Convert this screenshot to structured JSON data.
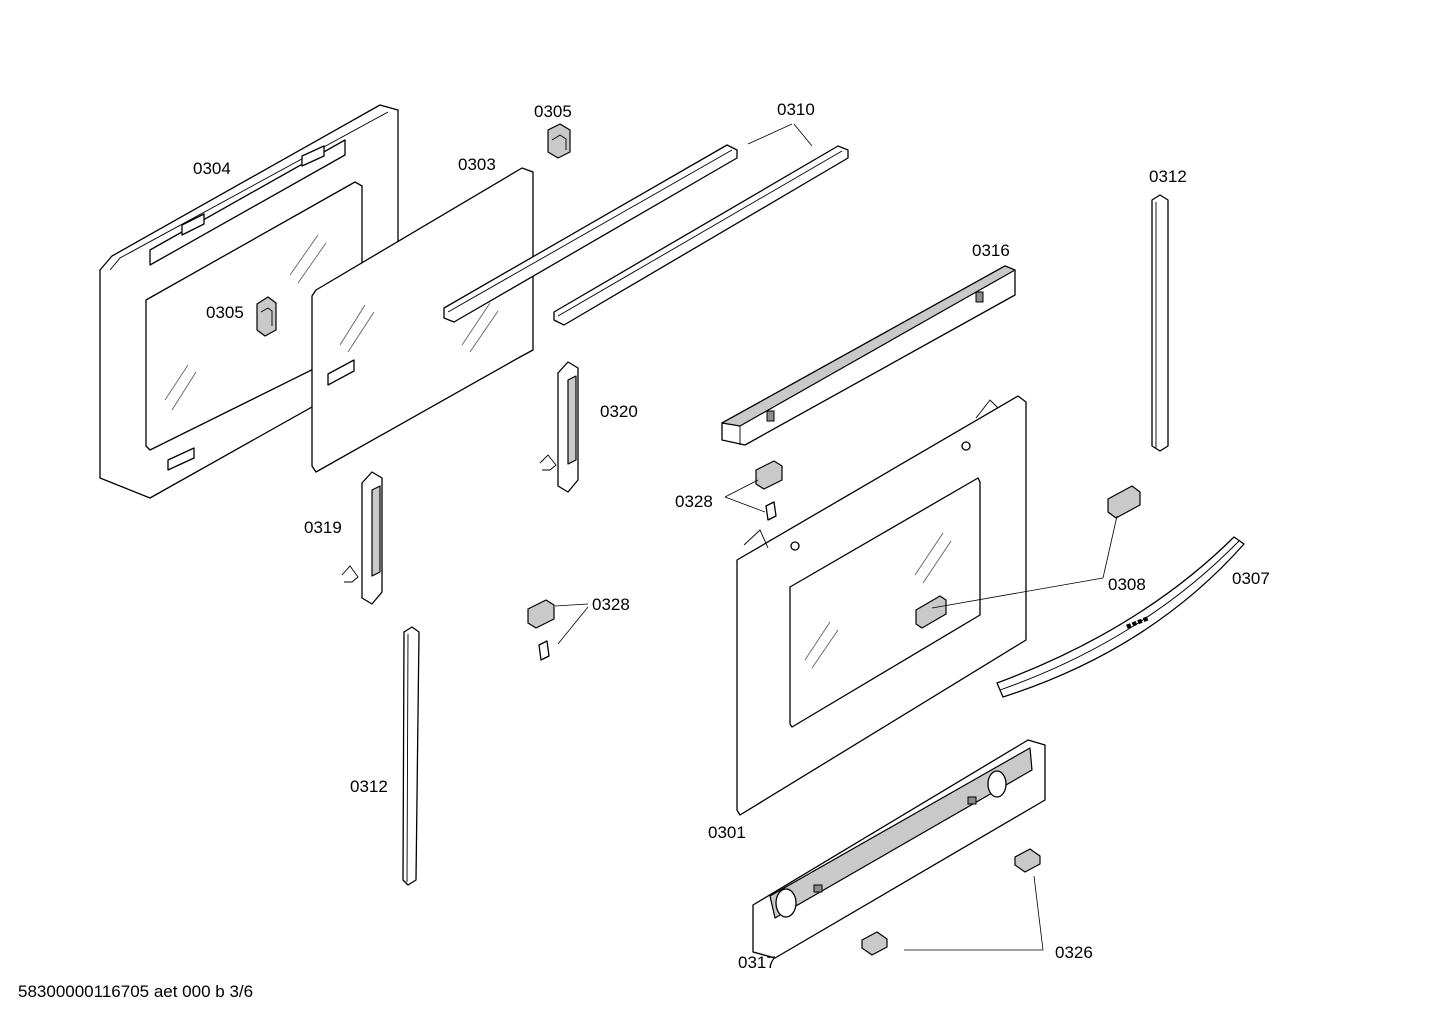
{
  "diagram": {
    "labels": {
      "p0304": "0304",
      "p0303": "0303",
      "p0305_top": "0305",
      "p0305_mid": "0305",
      "p0310": "0310",
      "p0312_right": "0312",
      "p0312_left": "0312",
      "p0316": "0316",
      "p0320": "0320",
      "p0319": "0319",
      "p0328_mid": "0328",
      "p0328_low": "0328",
      "p0308": "0308",
      "p0307": "0307",
      "p0301": "0301",
      "p0317": "0317",
      "p0326": "0326"
    },
    "footer": "58300000116705 aet 000 b 3/6"
  }
}
